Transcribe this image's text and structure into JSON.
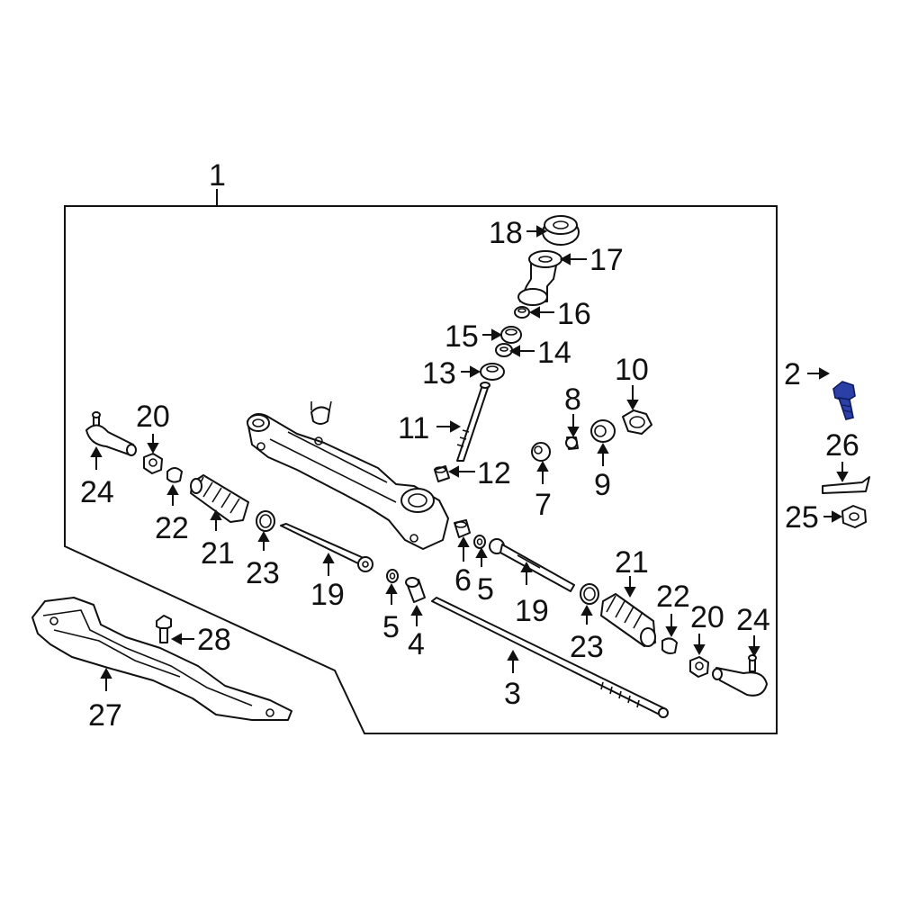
{
  "callouts": {
    "c1": "1",
    "c2": "2",
    "c3": "3",
    "c4": "4",
    "c5a": "5",
    "c5b": "5",
    "c6": "6",
    "c7": "7",
    "c8": "8",
    "c9": "9",
    "c10": "10",
    "c11": "11",
    "c12": "12",
    "c13": "13",
    "c14": "14",
    "c15": "15",
    "c16": "16",
    "c17": "17",
    "c18": "18",
    "c19a": "19",
    "c19b": "19",
    "c20a": "20",
    "c20b": "20",
    "c21a": "21",
    "c21b": "21",
    "c22a": "22",
    "c22b": "22",
    "c23a": "23",
    "c23b": "23",
    "c24a": "24",
    "c24b": "24",
    "c25": "25",
    "c26": "26",
    "c27": "27",
    "c28": "28"
  },
  "colors": {
    "line": "#111111",
    "highlight": "#2b3fa6",
    "background": "#ffffff"
  },
  "highlighted_part": "2"
}
